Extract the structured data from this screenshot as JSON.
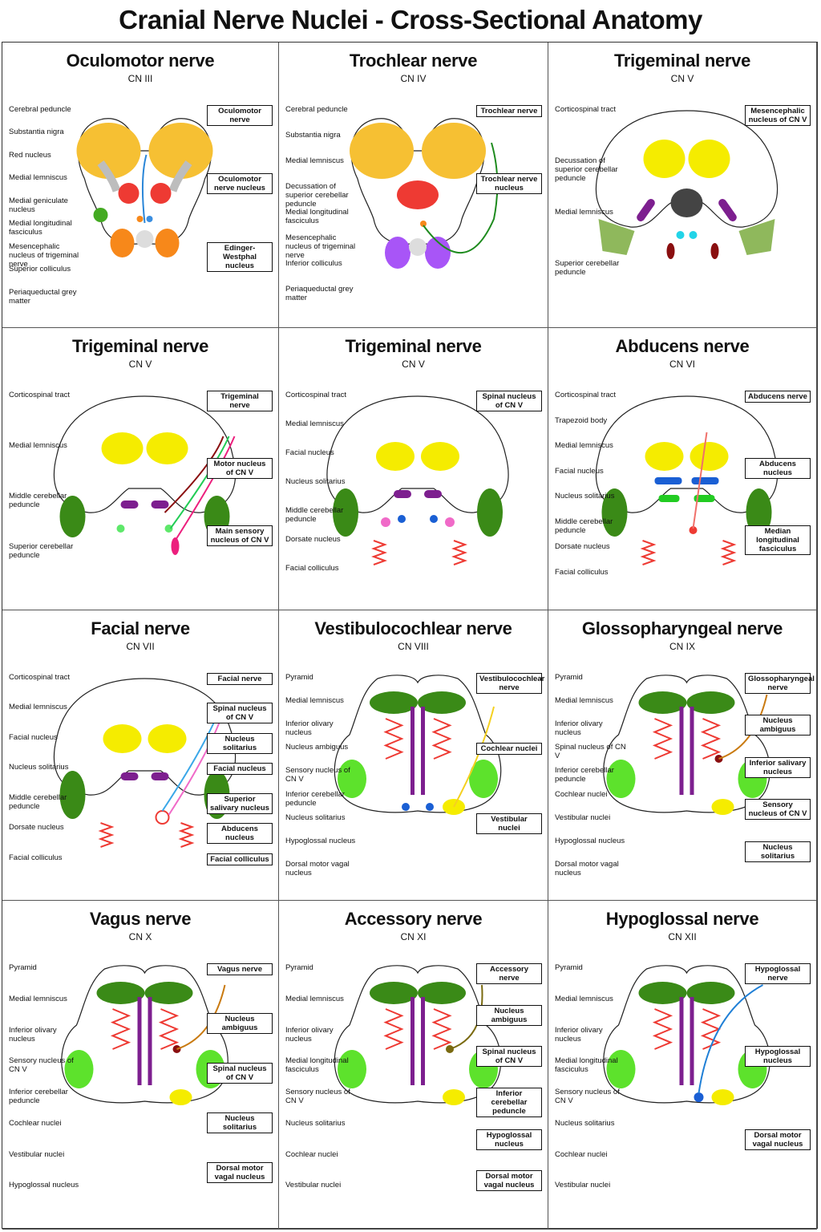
{
  "title": "Cranial Nerve Nuclei - Cross-Sectional Anatomy",
  "panels": [
    {
      "title": "Oculomotor nerve",
      "subtitle": "CN III",
      "left": [
        "Cerebral peduncle",
        "Substantia nigra",
        "Red nucleus",
        "Medial lemniscus",
        "Medial geniculate nucleus",
        "Medial longitudinal fasciculus",
        "Mesencephalic nucleus of trigeminal nerve",
        "Superior colliculus",
        "Periaqueductal grey matter"
      ],
      "right": [
        "Oculomotor nerve",
        "Oculomotor nerve nucleus",
        "Edinger-Westphal nucleus"
      ]
    },
    {
      "title": "Trochlear nerve",
      "subtitle": "CN IV",
      "left": [
        "Cerebral peduncle",
        "Substantia nigra",
        "Medial lemniscus",
        "Decussation of superior cerebellar peduncle",
        "Medial longitudinal fasciculus",
        "Mesencephalic nucleus of trigeminal nerve",
        "Inferior colliculus",
        "Periaqueductal grey matter"
      ],
      "right": [
        "Trochlear nerve",
        "Trochlear nerve nucleus"
      ]
    },
    {
      "title": "Trigeminal nerve",
      "subtitle": "CN V",
      "left": [
        "Corticospinal tract",
        "Decussation of superior cerebellar peduncle",
        "Medial lemniscus",
        "Superior cerebellar peduncle"
      ],
      "right": [
        "Mesencephalic nucleus of CN V"
      ]
    },
    {
      "title": "Trigeminal nerve",
      "subtitle": "CN V",
      "left": [
        "Corticospinal tract",
        "Medial lemniscus",
        "Middle cerebellar peduncle",
        "Superior cerebellar peduncle"
      ],
      "right": [
        "Trigeminal nerve",
        "Motor nucleus of CN V",
        "Main sensory nucleus of CN V"
      ]
    },
    {
      "title": "Trigeminal nerve",
      "subtitle": "CN V",
      "left": [
        "Corticospinal tract",
        "Medial lemniscus",
        "Facial nucleus",
        "Nucleus solitarius",
        "Middle cerebellar peduncle",
        "Dorsate nucleus",
        "Facial colliculus"
      ],
      "right": [
        "Spinal nucleus of CN V"
      ]
    },
    {
      "title": "Abducens nerve",
      "subtitle": "CN VI",
      "left": [
        "Corticospinal tract",
        "Trapezoid body",
        "Medial lemniscus",
        "Facial nucleus",
        "Nucleus solitarius",
        "Middle cerebellar peduncle",
        "Dorsate nucleus",
        "Facial colliculus"
      ],
      "right": [
        "Abducens nerve",
        "Abducens nucleus",
        "Median longitudinal fasciculus"
      ]
    },
    {
      "title": "Facial nerve",
      "subtitle": "CN VII",
      "left": [
        "Corticospinal tract",
        "Medial lemniscus",
        "Facial nucleus",
        "Nucleus solitarius",
        "Middle cerebellar peduncle",
        "Dorsate nucleus",
        "Facial colliculus"
      ],
      "right": [
        "Facial nerve",
        "Spinal nucleus of CN V",
        "Nucleus solitarius",
        "Facial nucleus",
        "Superior salivary nucleus",
        "Abducens nucleus",
        "Facial colliculus"
      ]
    },
    {
      "title": "Vestibulocochlear nerve",
      "subtitle": "CN VIII",
      "left": [
        "Pyramid",
        "Medial lemniscus",
        "Inferior olivary nucleus",
        "Nucleus ambiguus",
        "Sensory nucleus of CN V",
        "Inferior cerebellar peduncle",
        "Nucleus solitarius",
        "Hypoglossal nucleus",
        "Dorsal motor vagal nucleus"
      ],
      "right": [
        "Vestibulocochlear nerve",
        "Cochlear nuclei",
        "Vestibular nuclei"
      ]
    },
    {
      "title": "Glossopharyngeal nerve",
      "subtitle": "CN IX",
      "left": [
        "Pyramid",
        "Medial lemniscus",
        "Inferior olivary nucleus",
        "Spinal nucleus of CN V",
        "Inferior cerebellar peduncle",
        "Cochlear nuclei",
        "Vestibular nuclei",
        "Hypoglossal nucleus",
        "Dorsal motor vagal nucleus"
      ],
      "right": [
        "Glossopharyngeal nerve",
        "Nucleus ambiguus",
        "Inferior salivary nucleus",
        "Sensory nucleus of CN V",
        "Nucleus solitarius"
      ]
    },
    {
      "title": "Vagus nerve",
      "subtitle": "CN X",
      "left": [
        "Pyramid",
        "Medial lemniscus",
        "Inferior olivary nucleus",
        "Sensory nucleus of CN V",
        "Inferior cerebellar peduncle",
        "Cochlear nuclei",
        "Vestibular nuclei",
        "Hypoglossal nucleus"
      ],
      "right": [
        "Vagus nerve",
        "Nucleus ambiguus",
        "Spinal nucleus of CN V",
        "Nucleus solitarius",
        "Dorsal motor vagal nucleus"
      ]
    },
    {
      "title": "Accessory nerve",
      "subtitle": "CN XI",
      "left": [
        "Pyramid",
        "Medial lemniscus",
        "Inferior olivary nucleus",
        "Medial longitudinal fasciculus",
        "Sensory nucleus of CN V",
        "Nucleus solitarius",
        "Cochlear nuclei",
        "Vestibular nuclei"
      ],
      "right": [
        "Accessory nerve",
        "Nucleus ambiguus",
        "Spinal nucleus of CN V",
        "Inferior cerebellar peduncle",
        "Hypoglossal nucleus",
        "Dorsal motor vagal nucleus"
      ]
    },
    {
      "title": "Hypoglossal nerve",
      "subtitle": "CN XII",
      "left": [
        "Pyramid",
        "Medial lemniscus",
        "Inferior olivary nucleus",
        "Medial longitudinal fasciculus",
        "Sensory nucleus of CN V",
        "Nucleus solitarius",
        "Cochlear nuclei",
        "Vestibular nuclei"
      ],
      "right": [
        "Hypoglossal nerve",
        "Hypoglossal nucleus",
        "Dorsal motor vagal nucleus"
      ]
    }
  ],
  "colors": {
    "yellow": "#f5ec00",
    "orange": "#f6c033",
    "green": "#3a8a17",
    "lightgreen": "#5de22c",
    "olive": "#8fb85c",
    "purple": "#7d1f8f",
    "red": "#ee3a33",
    "cyan": "#22d4e8",
    "blue": "#1a5fd4",
    "pink": "#f06ac8",
    "magenta": "#ec1f7d",
    "darkred": "#8a0f10",
    "grey": "#bdbdbd"
  }
}
